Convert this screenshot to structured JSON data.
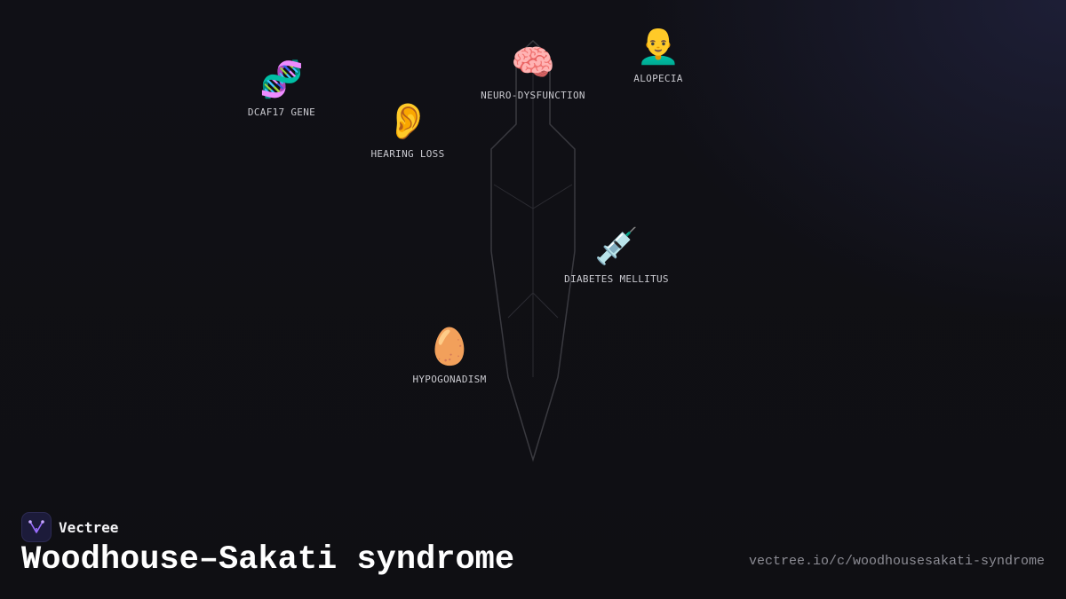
{
  "brand": {
    "name": "Vectree",
    "logo_icon": "vectree-logo-icon",
    "accent": "#9b6dff"
  },
  "title": "Woodhouse–Sakati syndrome",
  "url": "vectree.io/c/woodhousesakati-syndrome",
  "colors": {
    "background": "#0f0f14",
    "outline": "#3a3a40",
    "label": "#c9c9cf"
  },
  "nodes": [
    {
      "id": "dcaf17",
      "icon": "dna-icon",
      "glyph": "🧬",
      "label": "DCAF17 GENE"
    },
    {
      "id": "hearing",
      "icon": "ear-icon",
      "glyph": "👂",
      "label": "HEARING LOSS"
    },
    {
      "id": "neuro",
      "icon": "brain-icon",
      "glyph": "🧠",
      "label": "NEURO-DYSFUNCTION"
    },
    {
      "id": "alopecia",
      "icon": "bald-man-icon",
      "glyph": "👨‍🦲",
      "label": "ALOPECIA"
    },
    {
      "id": "diabetes",
      "icon": "syringe-icon",
      "glyph": "💉",
      "label": "DIABETES MELLITUS"
    },
    {
      "id": "hypogonadism",
      "icon": "egg-icon",
      "glyph": "🥚",
      "label": "HYPOGONADISM"
    }
  ]
}
